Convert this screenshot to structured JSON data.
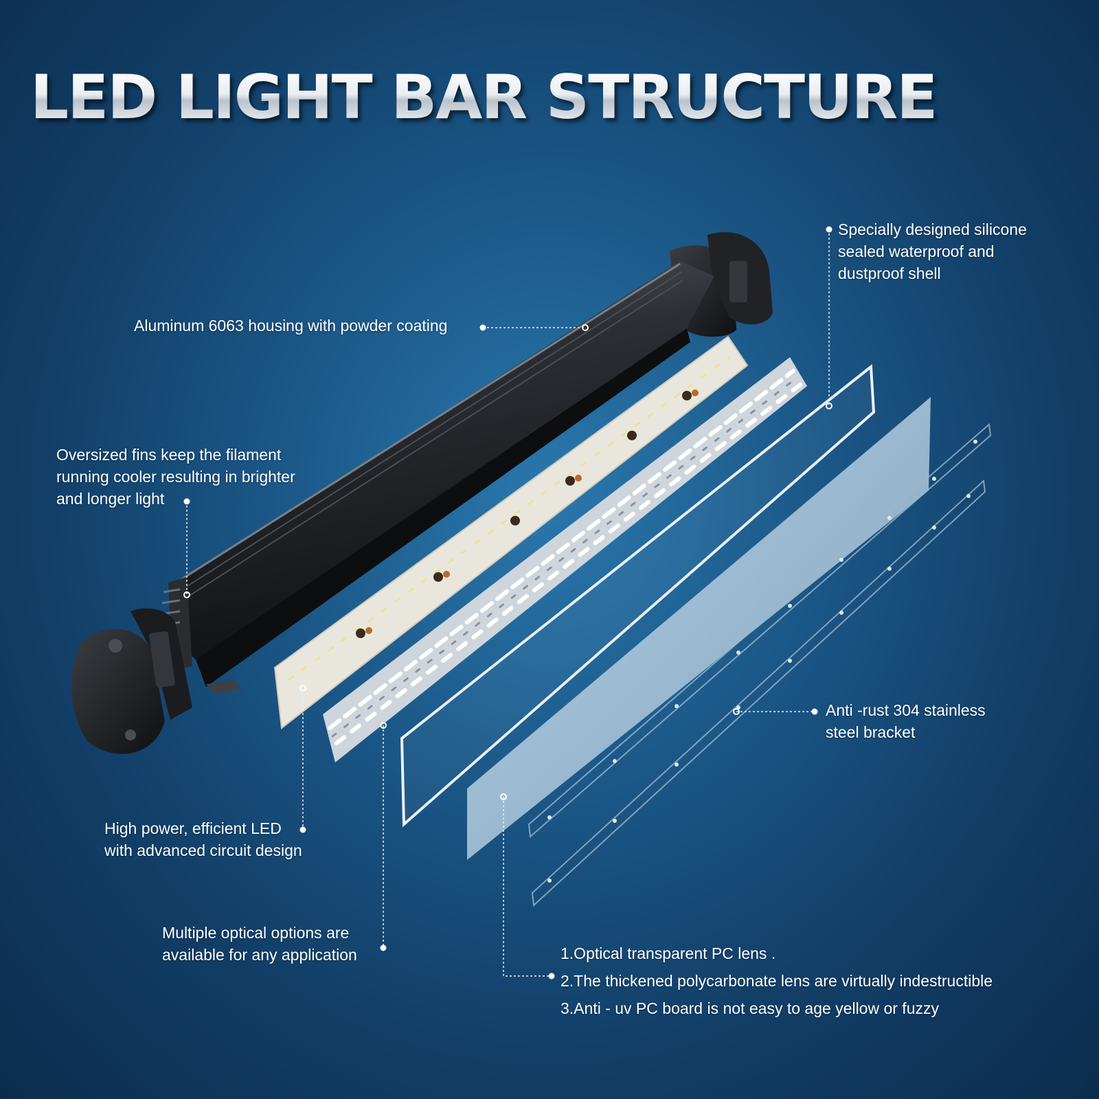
{
  "title": "LED LIGHT BAR STRUCTURE",
  "colors": {
    "background_center": "#2a78ad",
    "background_edge": "#0b2c4d",
    "housing": "#1c1e21",
    "pcb": "#e9e7dd",
    "reflector": "#d9dde2",
    "lens": "#a9c6dc",
    "leader_line": "#e6eef5"
  },
  "callouts": {
    "housing": {
      "text": "Aluminum 6063 housing with powder coating"
    },
    "shell": {
      "lines": [
        "Specially designed silicone",
        "sealed waterproof and",
        "dustproof shell"
      ]
    },
    "fins": {
      "lines": [
        "Oversized fins keep the filament",
        "running cooler resulting in brighter",
        "and longer light"
      ]
    },
    "bracket": {
      "lines": [
        "Anti -rust 304 stainless",
        "steel bracket"
      ]
    },
    "led": {
      "lines": [
        "High power, efficient LED",
        "with advanced circuit design"
      ]
    },
    "optics": {
      "lines": [
        "Multiple optical options are",
        "available for any application"
      ]
    },
    "lens": {
      "lines": [
        "1.Optical transparent PC lens .",
        "2.The thickened polycarbonate lens are virtually indestructible",
        "3.Anti - uv PC board is not easy to age yellow or fuzzy"
      ]
    }
  }
}
